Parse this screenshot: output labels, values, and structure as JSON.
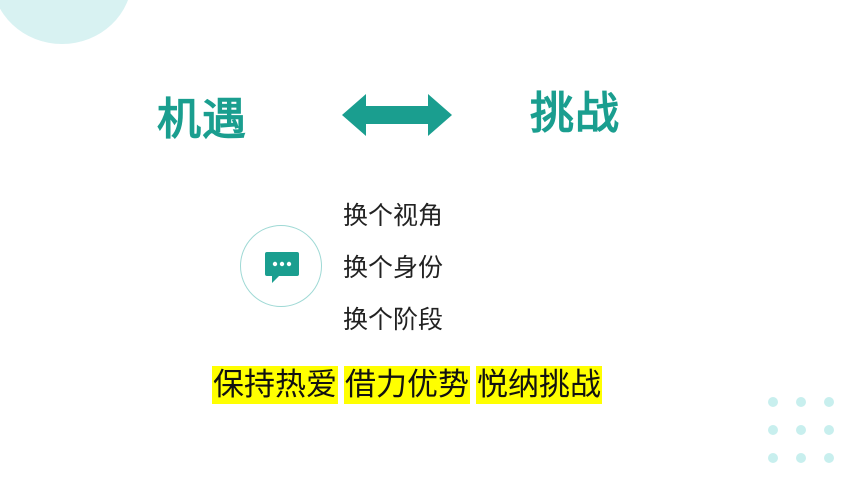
{
  "colors": {
    "accent": "#1a9e8f",
    "corner_circle": "#d8f2f2",
    "dots": "#c8efee",
    "highlight": "#ffff00"
  },
  "heading": {
    "left_word": "机遇",
    "right_word": "挑战",
    "connector_icon": "double-arrow-icon"
  },
  "chat_icon": "speech-bubble-icon",
  "lines": [
    "换个视角",
    "换个身份",
    "换个阶段"
  ],
  "slogans": [
    "保持热爱",
    "借力优势",
    "悦纳挑战"
  ]
}
